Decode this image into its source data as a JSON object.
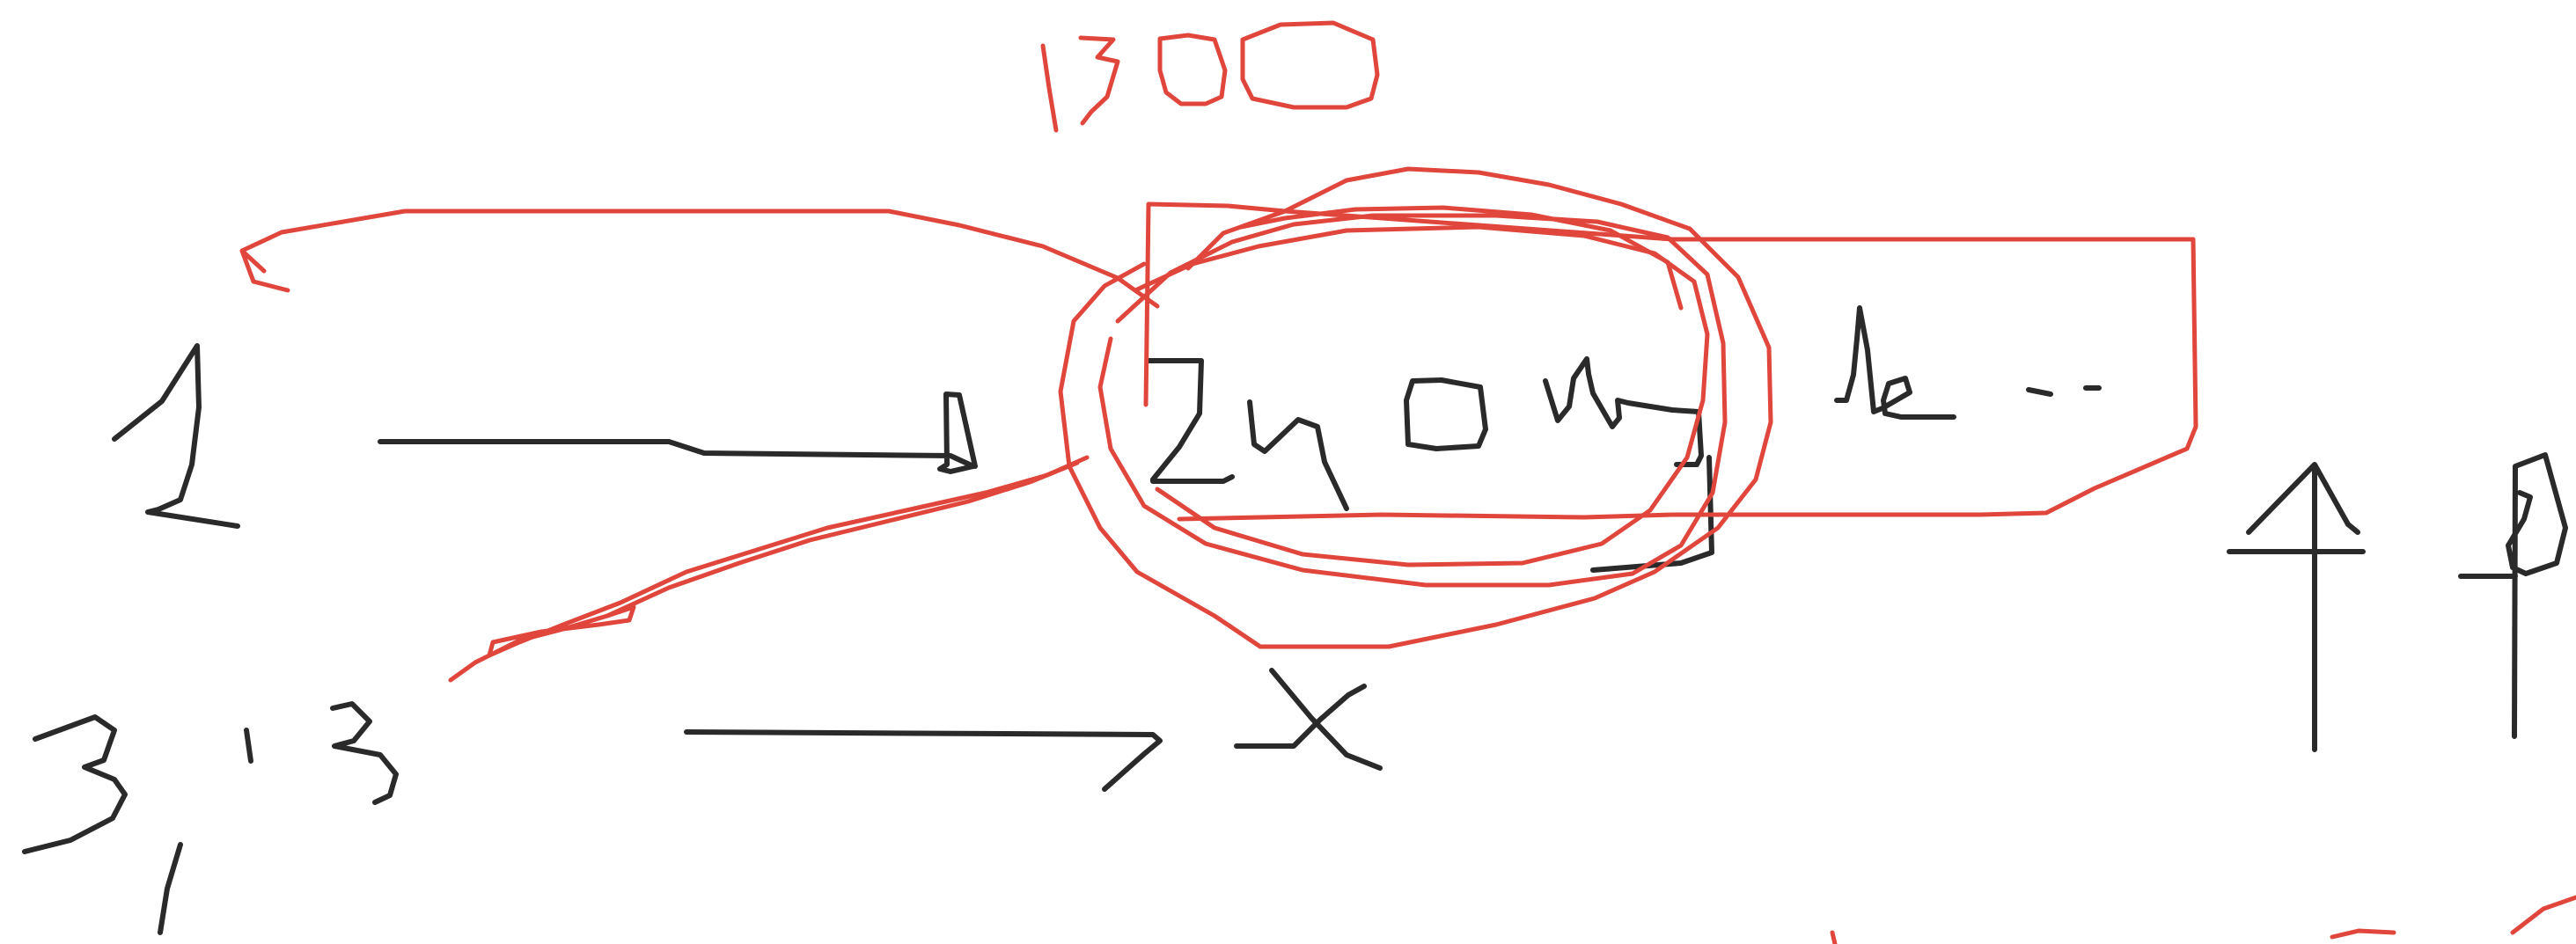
{
  "whiteboard": {
    "handwritten_text": [
      "1300",
      "1",
      "2",
      "4",
      "0",
      "7",
      "y",
      "M",
      "e",
      "3",
      "3",
      "x"
    ],
    "colors": {
      "background": "#ffffff",
      "black_ink": "#2a2a2a",
      "red_ink": "#e0463c"
    }
  }
}
